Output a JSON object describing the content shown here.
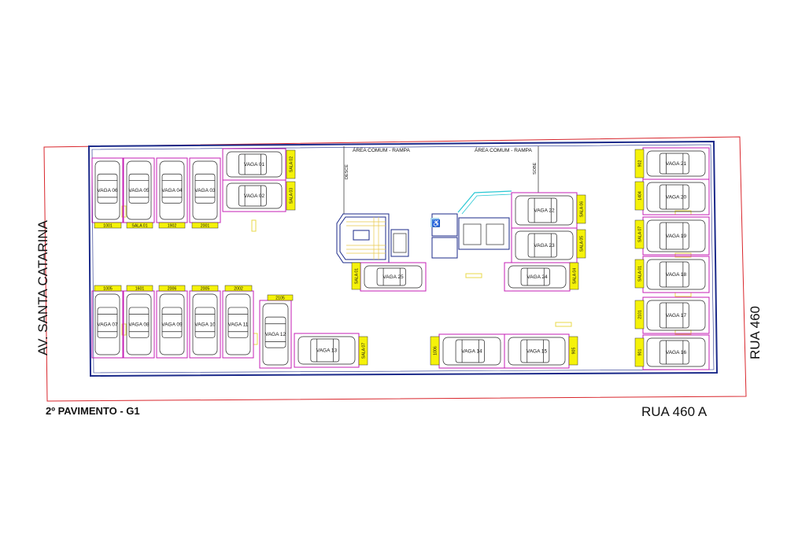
{
  "title": "2º PAVIMENTO - G1",
  "streets": {
    "left": "AV. SANTA CATARINA",
    "right": "RUA 460",
    "bottom": "RUA 460 A"
  },
  "ramp": {
    "left_label": "ÁREA COMUM - RAMPA",
    "right_label": "ÁREA COMUM - RAMPA",
    "desce": "DESCE",
    "sobe": "SOBE"
  },
  "colors": {
    "boundary": "#d9262c",
    "wall": "#1b2a8a",
    "space": "#c51fb6",
    "tag": "#f5f20a",
    "car": "#222222",
    "ramp": "#28c7d3"
  },
  "spaces": [
    {
      "id": "06",
      "label": "VAGA 06",
      "tag": "1001"
    },
    {
      "id": "05",
      "label": "VAGA 05",
      "tag": "SALA 01"
    },
    {
      "id": "04",
      "label": "VAGA 04",
      "tag": "1902"
    },
    {
      "id": "03",
      "label": "VAGA 03",
      "tag": "2001"
    },
    {
      "id": "01",
      "label": "VAGA 01",
      "tag": "SALA 02"
    },
    {
      "id": "02",
      "label": "VAGA 02",
      "tag": "SALA 03"
    },
    {
      "id": "07",
      "label": "VAGA 07",
      "tag": "1005"
    },
    {
      "id": "08",
      "label": "VAGA 08",
      "tag": "1601"
    },
    {
      "id": "09",
      "label": "VAGA 09",
      "tag": "2006"
    },
    {
      "id": "10",
      "label": "VAGA 10",
      "tag": "2005"
    },
    {
      "id": "11",
      "label": "VAGA 11",
      "tag": "2002"
    },
    {
      "id": "12",
      "label": "VAGA 12",
      "tag": "2105"
    },
    {
      "id": "13",
      "label": "VAGA 13",
      "tag": "SALA 07"
    },
    {
      "id": "14",
      "label": "VAGA 14",
      "tag": "1006"
    },
    {
      "id": "15",
      "label": "VAGA 15",
      "tag": "905"
    },
    {
      "id": "25",
      "label": "VAGA 25",
      "tag": "SALA 01"
    },
    {
      "id": "22",
      "label": "VAGA 22",
      "tag": "SALA 06"
    },
    {
      "id": "23",
      "label": "VAGA 23",
      "tag": "SALA 05"
    },
    {
      "id": "24",
      "label": "VAGA 24",
      "tag": "SALA 04"
    },
    {
      "id": "21",
      "label": "VAGA 21",
      "tag": "902"
    },
    {
      "id": "20",
      "label": "VAGA 20",
      "tag": "1404"
    },
    {
      "id": "19",
      "label": "VAGA 19",
      "tag": "SALA 07"
    },
    {
      "id": "18",
      "label": "VAGA 18",
      "tag": "SALA 01"
    },
    {
      "id": "17",
      "label": "VAGA 17",
      "tag": "2101"
    },
    {
      "id": "16",
      "label": "VAGA 16",
      "tag": "901"
    }
  ]
}
